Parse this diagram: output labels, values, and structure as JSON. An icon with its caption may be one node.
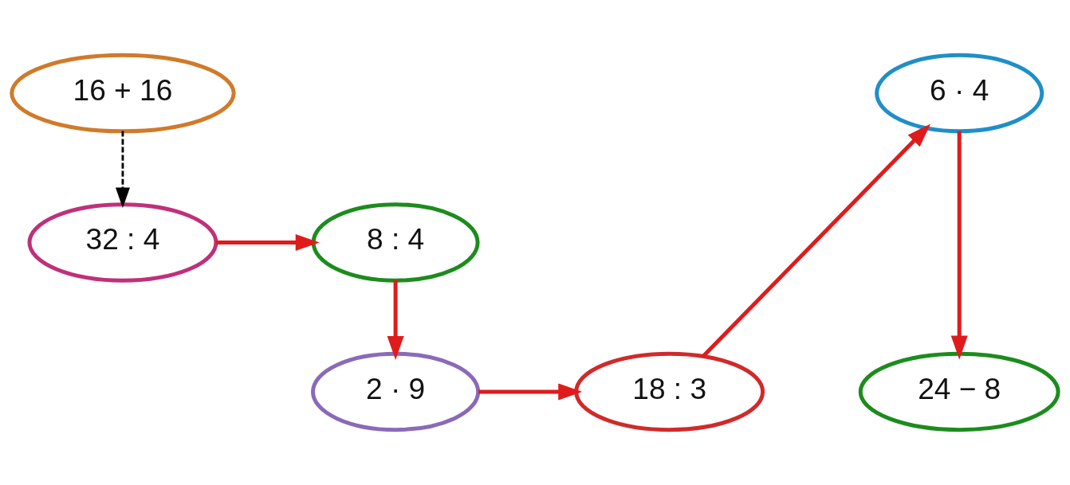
{
  "diagram": {
    "nodes": [
      {
        "text": [
          "16 + 16"
        ]
      },
      {
        "text": [
          "6 · 4"
        ]
      },
      {
        "text": [
          "8 : 4"
        ]
      },
      {
        "text": [
          "32 : 4"
        ]
      },
      {
        "text": [
          "18 : 3"
        ]
      },
      {
        "text": [
          "2 · 9"
        ]
      },
      {
        "text": [
          "24 − 8"
        ]
      }
    ],
    "edges": [
      {
        "from": 0,
        "to": 3,
        "arrow": "to",
        "style": "dashed",
        "color": "#000000"
      },
      {
        "from": 3,
        "to": 2,
        "arrow": "to"
      },
      {
        "from": 2,
        "to": 5,
        "arrow": "to"
      },
      {
        "from": 5,
        "to": 4,
        "arrow": "to"
      },
      {
        "from": 4,
        "to": 1,
        "arrow": "to"
      },
      {
        "from": 1,
        "to": 6,
        "arrow": "to"
      }
    ]
  }
}
